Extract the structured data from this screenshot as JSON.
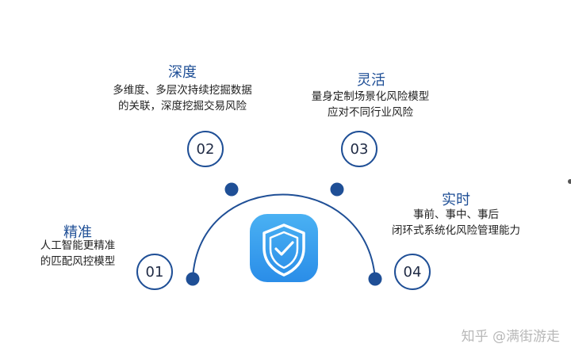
{
  "features": [
    {
      "number": "01",
      "title": "精准",
      "desc": [
        "人工智能更精准",
        "的匹配风控模型"
      ]
    },
    {
      "number": "02",
      "title": "深度",
      "desc": [
        "多维度、多层次持续挖掘数据",
        "的关联，深度挖掘交易风险"
      ]
    },
    {
      "number": "03",
      "title": "灵活",
      "desc": [
        "量身定制场景化风险模型",
        "应对不同行业风险"
      ]
    },
    {
      "number": "04",
      "title": "实时",
      "desc": [
        "事前、事中、事后",
        "闭环式系统化风险管理能力"
      ]
    }
  ],
  "center_icon": "shield-check-icon",
  "watermark": "知乎 @满街游走",
  "colors": {
    "accent": "#1f4f96",
    "icon_gradient_top": "#4ab1f3",
    "icon_gradient_bottom": "#2a8de8"
  }
}
